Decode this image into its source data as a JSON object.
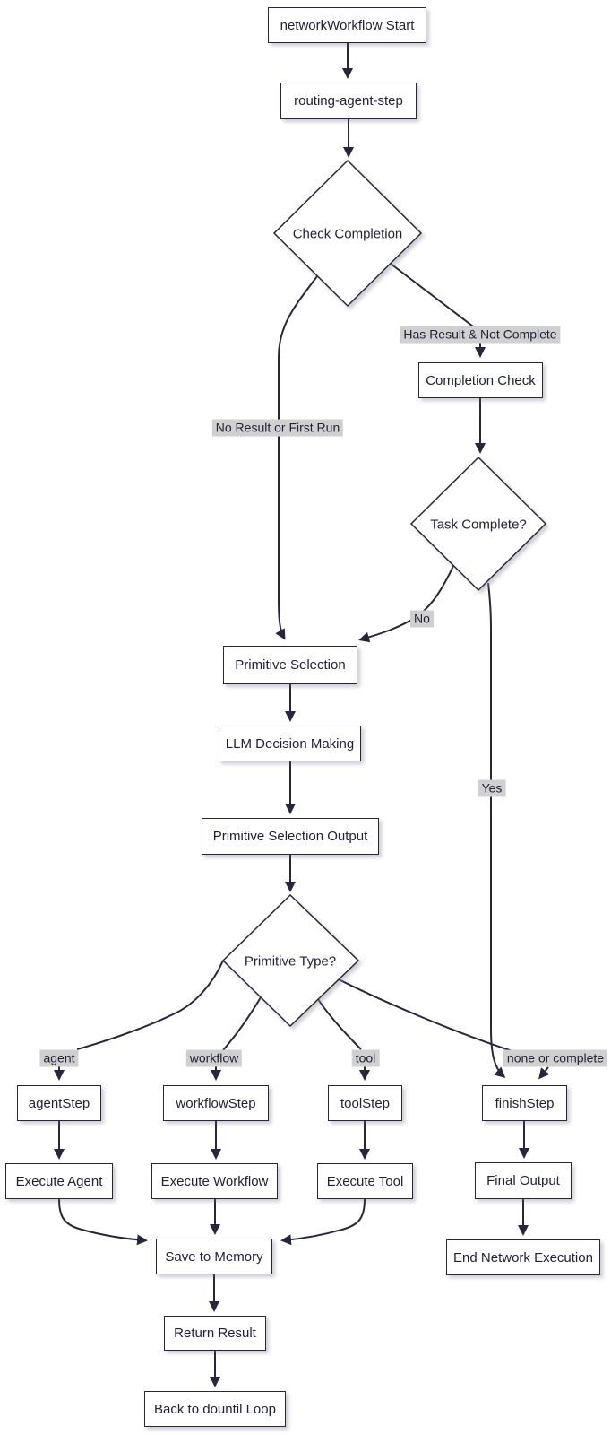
{
  "diagram": {
    "nodes": {
      "start": {
        "label": "networkWorkflow Start",
        "type": "process"
      },
      "routing_agent_step": {
        "label": "routing-agent-step",
        "type": "process"
      },
      "check_completion": {
        "label": "Check Completion",
        "type": "decision"
      },
      "completion_check": {
        "label": "Completion Check",
        "type": "process"
      },
      "task_complete": {
        "label": "Task Complete?",
        "type": "decision"
      },
      "primitive_selection": {
        "label": "Primitive Selection",
        "type": "process"
      },
      "llm_decision_making": {
        "label": "LLM Decision Making",
        "type": "process"
      },
      "primitive_selection_output": {
        "label": "Primitive Selection Output",
        "type": "process"
      },
      "primitive_type": {
        "label": "Primitive Type?",
        "type": "decision"
      },
      "agent_step": {
        "label": "agentStep",
        "type": "process"
      },
      "workflow_step": {
        "label": "workflowStep",
        "type": "process"
      },
      "tool_step": {
        "label": "toolStep",
        "type": "process"
      },
      "finish_step": {
        "label": "finishStep",
        "type": "process"
      },
      "execute_agent": {
        "label": "Execute Agent",
        "type": "process"
      },
      "execute_workflow": {
        "label": "Execute Workflow",
        "type": "process"
      },
      "execute_tool": {
        "label": "Execute Tool",
        "type": "process"
      },
      "final_output": {
        "label": "Final Output",
        "type": "process"
      },
      "save_to_memory": {
        "label": "Save to Memory",
        "type": "process"
      },
      "end_network_execution": {
        "label": "End Network Execution",
        "type": "process"
      },
      "return_result": {
        "label": "Return Result",
        "type": "process"
      },
      "back_to_dountil_loop": {
        "label": "Back to dountil Loop",
        "type": "process"
      }
    },
    "edge_labels": {
      "no_result_or_first_run": "No Result or First Run",
      "has_result_not_complete": "Has Result & Not Complete",
      "no": "No",
      "yes": "Yes",
      "agent": "agent",
      "workflow": "workflow",
      "tool": "tool",
      "none_or_complete": "none or complete"
    },
    "edges": [
      {
        "from": "start",
        "to": "routing_agent_step",
        "label": ""
      },
      {
        "from": "routing_agent_step",
        "to": "check_completion",
        "label": ""
      },
      {
        "from": "check_completion",
        "to": "primitive_selection",
        "label": "No Result or First Run"
      },
      {
        "from": "check_completion",
        "to": "completion_check",
        "label": "Has Result & Not Complete"
      },
      {
        "from": "completion_check",
        "to": "task_complete",
        "label": ""
      },
      {
        "from": "task_complete",
        "to": "primitive_selection",
        "label": "No"
      },
      {
        "from": "task_complete",
        "to": "finish_step",
        "label": "Yes"
      },
      {
        "from": "primitive_selection",
        "to": "llm_decision_making",
        "label": ""
      },
      {
        "from": "llm_decision_making",
        "to": "primitive_selection_output",
        "label": ""
      },
      {
        "from": "primitive_selection_output",
        "to": "primitive_type",
        "label": ""
      },
      {
        "from": "primitive_type",
        "to": "agent_step",
        "label": "agent"
      },
      {
        "from": "primitive_type",
        "to": "workflow_step",
        "label": "workflow"
      },
      {
        "from": "primitive_type",
        "to": "tool_step",
        "label": "tool"
      },
      {
        "from": "primitive_type",
        "to": "finish_step",
        "label": "none or complete"
      },
      {
        "from": "agent_step",
        "to": "execute_agent",
        "label": ""
      },
      {
        "from": "workflow_step",
        "to": "execute_workflow",
        "label": ""
      },
      {
        "from": "tool_step",
        "to": "execute_tool",
        "label": ""
      },
      {
        "from": "finish_step",
        "to": "final_output",
        "label": ""
      },
      {
        "from": "execute_agent",
        "to": "save_to_memory",
        "label": ""
      },
      {
        "from": "execute_workflow",
        "to": "save_to_memory",
        "label": ""
      },
      {
        "from": "execute_tool",
        "to": "save_to_memory",
        "label": ""
      },
      {
        "from": "final_output",
        "to": "end_network_execution",
        "label": ""
      },
      {
        "from": "save_to_memory",
        "to": "return_result",
        "label": ""
      },
      {
        "from": "return_result",
        "to": "back_to_dountil_loop",
        "label": ""
      }
    ],
    "colors": {
      "node_fill": "#ffffff",
      "node_border": "#26263c",
      "text": "#21213a",
      "edge": "#26263c",
      "edge_label_bg": "#d0d0d0",
      "background": "#ffffff"
    }
  }
}
